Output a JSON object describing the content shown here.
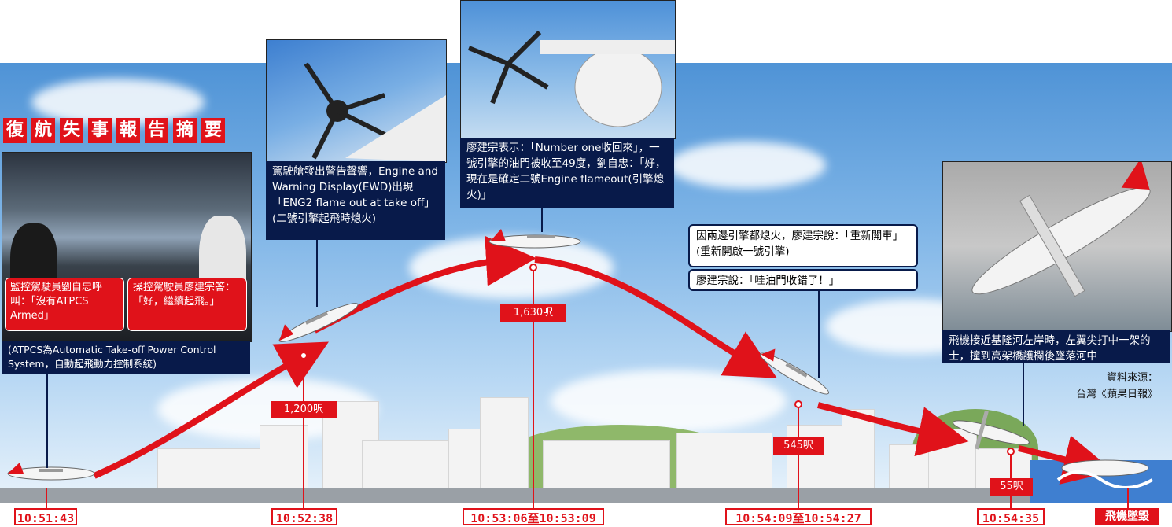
{
  "title_chars": [
    "復",
    "航",
    "失",
    "事",
    "報",
    "告",
    "摘",
    "要"
  ],
  "captions": {
    "cockpit_left": "監控駕駛員劉自忠呼叫：「沒有ATPCS Armed」",
    "cockpit_right": "操控駕駛員廖建宗答：「好，繼續起飛。」",
    "atpcs_note": "(ATPCS為Automatic Take-off Power Control System，自動起飛動力控制系統)",
    "ewd": "駕駛艙發出警告聲響，Engine and Warning Display(EWD)出現「ENG2 flame out at take off」(二號引擎起飛時熄火)",
    "number_one": "廖建宗表示：「Number one收回來」，一號引擎的油門被收至49度，劉自忠：「好，現在是確定二號Engine flameout(引擎熄火)」",
    "both_out": "因兩邊引擎都熄火，廖建宗說：「重新開車」(重新開啟一號引擎)",
    "wrong_throttle": "廖建宗說：「哇油門收錯了！」",
    "impact": "飛機接近基隆河左岸時，左翼尖打中一架的士，撞到高架橋護欄後墜落河中"
  },
  "altitudes": [
    "1,200呎",
    "1,630呎",
    "545呎",
    "55呎"
  ],
  "times": [
    "10:51:43",
    "10:52:38",
    "10:53:06至10:53:09",
    "10:54:09至10:54:27",
    "10:54:35"
  ],
  "crash_label": "飛機墜毀",
  "source": {
    "line1": "資料來源：",
    "line2": "台灣《蘋果日報》"
  },
  "colors": {
    "accent": "#e0121a",
    "navy": "#081a4a"
  }
}
